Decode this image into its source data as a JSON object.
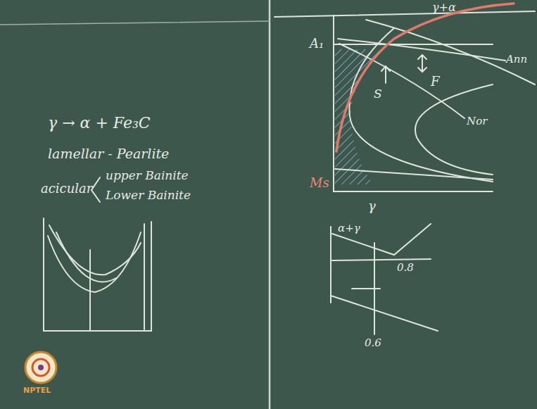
{
  "diagram": {
    "labels": [
      "γ → α + Fe₃C",
      "lamellar - Pearlite",
      "acicular",
      "upper Bainite",
      "Lower Bainite",
      "A₁",
      "Ms",
      "γ+α",
      "S",
      "F",
      "Ann",
      "Nor",
      "γ",
      "α+γ",
      "0.8",
      "0.6",
      "NPTEL"
    ]
  }
}
